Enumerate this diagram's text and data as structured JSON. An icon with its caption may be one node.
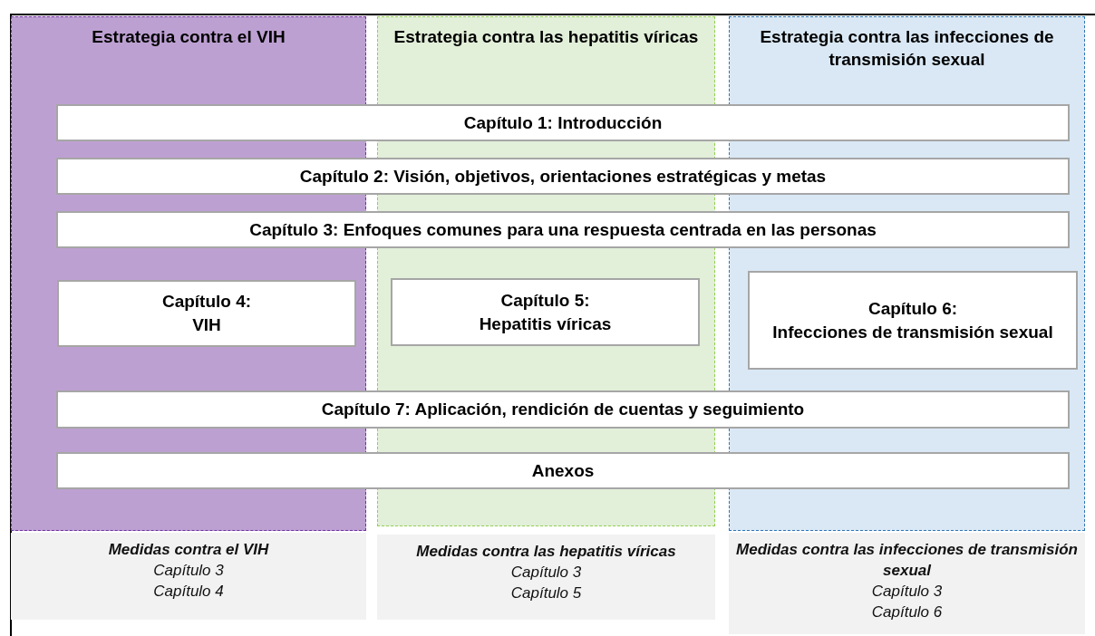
{
  "diagram": {
    "nodes": [
      {
        "text": [
          "Estrategia contra el VIH"
        ]
      },
      {
        "text": [
          "Estrategia contra las hepatitis víricas"
        ]
      },
      {
        "text": [
          "Estrategia contra las infecciones de transmisión sexual"
        ]
      },
      {
        "text": [
          "Capítulo 1: Introducción"
        ]
      },
      {
        "text": [
          "Capítulo 2: Visión, objetivos, orientaciones estratégicas y metas"
        ]
      },
      {
        "text": [
          "Capítulo 3: Enfoques comunes para una respuesta centrada en las personas"
        ]
      },
      {
        "text": [
          "Capítulo 4:",
          "VIH"
        ],
        "in": 0
      },
      {
        "text": [
          "Capítulo 5:",
          "Hepatitis víricas"
        ],
        "in": 1
      },
      {
        "text": [
          "Capítulo 6:",
          "Infecciones de transmisión sexual"
        ],
        "in": 2
      },
      {
        "text": [
          "Capítulo 7: Aplicación, rendición de cuentas y seguimiento"
        ]
      },
      {
        "text": [
          "Anexos"
        ]
      },
      {
        "text": [
          "Medidas contra el VIH",
          "Capítulo 3",
          "Capítulo 4"
        ]
      },
      {
        "text": [
          "Medidas contra las hepatitis víricas",
          "Capítulo 3",
          "Capítulo 5"
        ]
      },
      {
        "text": [
          "Medidas contra las infecciones de transmisión sexual",
          "Capítulo 3",
          "Capítulo 6"
        ]
      }
    ]
  }
}
